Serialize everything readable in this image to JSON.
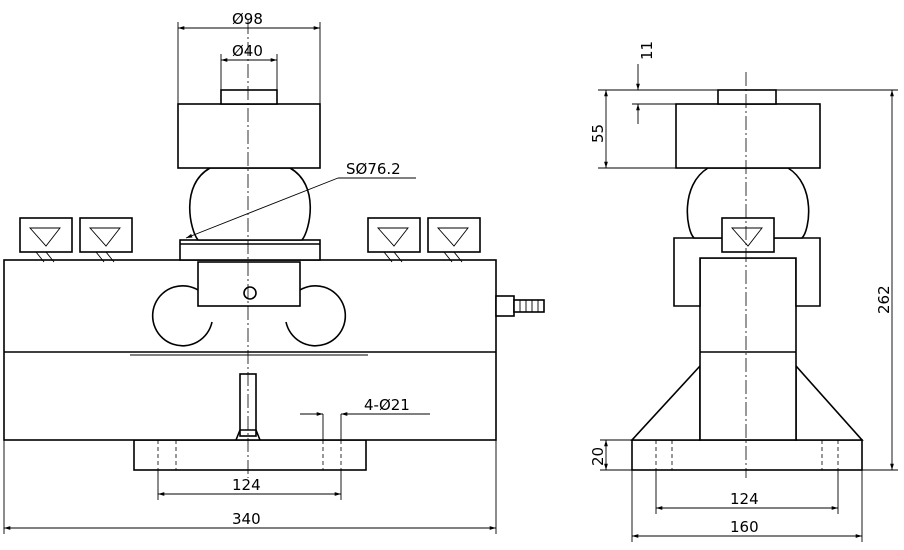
{
  "front_view": {
    "dims": {
      "top_outer_dia": "Ø98",
      "top_inner_dia": "Ø40",
      "ball_radius": "SØ76.2",
      "hole_spec": "4-Ø21",
      "hole_pitch": "124",
      "overall_length": "340"
    }
  },
  "side_view": {
    "dims": {
      "step_height": "11",
      "top_block_height": "55",
      "overall_height": "262",
      "base_thickness": "20",
      "hole_pitch": "124",
      "base_width": "160"
    }
  }
}
